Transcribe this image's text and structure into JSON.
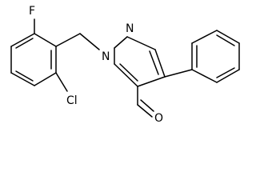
{
  "structure": {
    "atoms": {
      "f": "F",
      "cl": "Cl",
      "n1": "N",
      "n2": "N",
      "o": "O"
    }
  },
  "colors": {
    "line": "#000000",
    "background": "#ffffff"
  }
}
